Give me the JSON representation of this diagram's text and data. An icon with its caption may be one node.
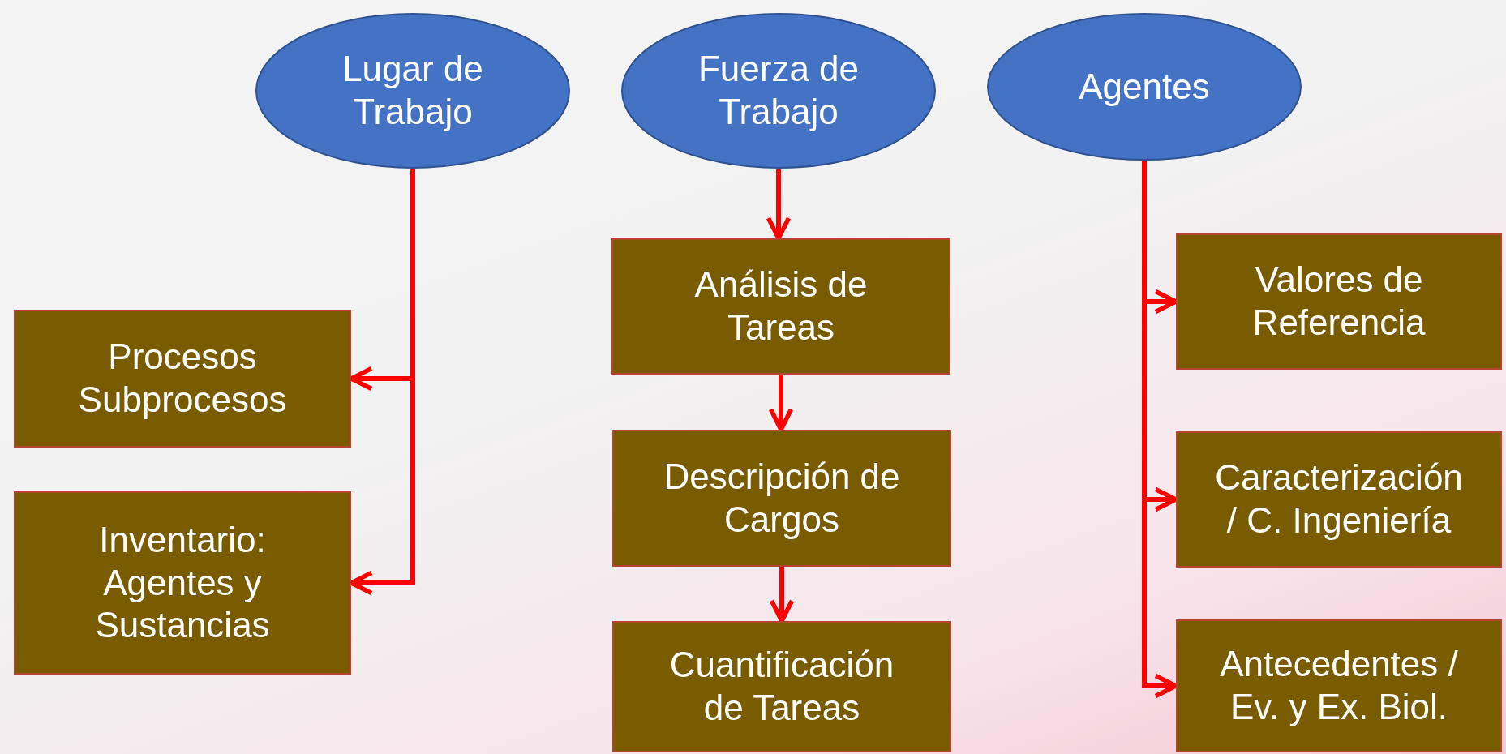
{
  "diagram": {
    "nodes": [
      {
        "text": [
          "Lugar de Trabajo"
        ]
      },
      {
        "text": [
          "Fuerza de Trabajo"
        ]
      },
      {
        "text": [
          "Agentes"
        ]
      },
      {
        "text": [
          "Procesos Subprocesos"
        ]
      },
      {
        "text": [
          "Inventario: Agentes y Sustancias"
        ]
      },
      {
        "text": [
          "Análisis de Tareas"
        ]
      },
      {
        "text": [
          "Descripción de Cargos"
        ]
      },
      {
        "text": [
          "Cuantificación de Tareas"
        ]
      },
      {
        "text": [
          "Valores de Referencia"
        ]
      },
      {
        "text": [
          "Caracterización / C. Ingeniería"
        ]
      },
      {
        "text": [
          "Antecedentes / Ev. y Ex. Biol."
        ]
      }
    ],
    "edges": [
      {
        "from": 0,
        "to": 3,
        "arrow": "to"
      },
      {
        "from": 0,
        "to": 4,
        "arrow": "to"
      },
      {
        "from": 1,
        "to": 5,
        "arrow": "to"
      },
      {
        "from": 5,
        "to": 6,
        "arrow": "to"
      },
      {
        "from": 6,
        "to": 7,
        "arrow": "to"
      },
      {
        "from": 2,
        "to": 8,
        "arrow": "to"
      },
      {
        "from": 2,
        "to": 9,
        "arrow": "to"
      },
      {
        "from": 2,
        "to": 10,
        "arrow": "to"
      }
    ]
  }
}
